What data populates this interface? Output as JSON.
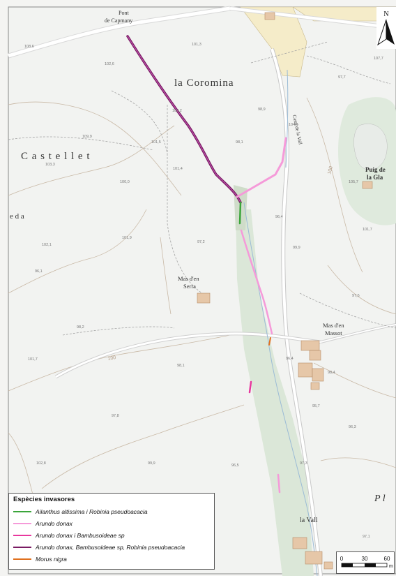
{
  "map": {
    "place_labels": [
      {
        "id": "pont",
        "text": "Pont"
      },
      {
        "id": "capmany",
        "text": "de Capmany"
      },
      {
        "id": "coromina",
        "text": "la Coromina"
      },
      {
        "id": "castellet",
        "text": "C a s t e l l e t"
      },
      {
        "id": "eda",
        "text": "e d a"
      },
      {
        "id": "puig1",
        "text": "Puig de"
      },
      {
        "id": "puig2",
        "text": "la Gla"
      },
      {
        "id": "masserra1",
        "text": "Mas d'en"
      },
      {
        "id": "masserra2",
        "text": "Serra"
      },
      {
        "id": "masmassot1",
        "text": "Mas d'en"
      },
      {
        "id": "masmassot2",
        "text": "Massot"
      },
      {
        "id": "lavall",
        "text": "la Vall"
      },
      {
        "id": "pl",
        "text": "P l"
      },
      {
        "id": "cami",
        "text": "Camí de la Vall"
      }
    ],
    "elevations": [
      {
        "id": "e1",
        "text": "108,6"
      },
      {
        "id": "e2",
        "text": "101,3"
      },
      {
        "id": "e3",
        "text": "102,6"
      },
      {
        "id": "e4",
        "text": "100,2"
      },
      {
        "id": "e5",
        "text": "98,9"
      },
      {
        "id": "e6",
        "text": "97,7"
      },
      {
        "id": "e7",
        "text": "107,7"
      },
      {
        "id": "e8",
        "text": "109,9"
      },
      {
        "id": "e9",
        "text": "103,3"
      },
      {
        "id": "e10",
        "text": "101,5"
      },
      {
        "id": "e11",
        "text": "101,4"
      },
      {
        "id": "e12",
        "text": "100,0"
      },
      {
        "id": "e13",
        "text": "98,1"
      },
      {
        "id": "e14",
        "text": "96,4"
      },
      {
        "id": "e15",
        "text": "101,9"
      },
      {
        "id": "e16",
        "text": "97,2"
      },
      {
        "id": "e17",
        "text": "104,1"
      },
      {
        "id": "e18",
        "text": "105,7"
      },
      {
        "id": "e19",
        "text": "101,7"
      },
      {
        "id": "e20",
        "text": "102,1"
      },
      {
        "id": "e21",
        "text": "99,9"
      },
      {
        "id": "e22",
        "text": "98,2"
      },
      {
        "id": "e23",
        "text": "96,1"
      },
      {
        "id": "e24",
        "text": "97,5"
      },
      {
        "id": "e25",
        "text": "96,4"
      },
      {
        "id": "e26",
        "text": "98,1"
      },
      {
        "id": "e27",
        "text": "101,7"
      },
      {
        "id": "e28",
        "text": "97,8"
      },
      {
        "id": "e29",
        "text": "96,3"
      },
      {
        "id": "e30",
        "text": "96,5"
      },
      {
        "id": "e31",
        "text": "97,3"
      },
      {
        "id": "e32",
        "text": "98,4"
      },
      {
        "id": "e33",
        "text": "95,7"
      },
      {
        "id": "e34",
        "text": "99,9"
      },
      {
        "id": "e35",
        "text": "102,8"
      },
      {
        "id": "e36",
        "text": "97,1"
      }
    ],
    "contour_labels": [
      {
        "id": "c1",
        "text": "100"
      },
      {
        "id": "c2",
        "text": "100"
      }
    ]
  },
  "legend": {
    "title": "Espècies invasores",
    "items": [
      {
        "label": "Ailanthus altissima i Robinia pseudoacacia",
        "color": "#3aa53a"
      },
      {
        "label": "Arundo donax",
        "color": "#f59ad9"
      },
      {
        "label": "Arundo donax i Bambusoideae sp",
        "color": "#e8389e"
      },
      {
        "label": "Arundo donax, Bambusoideae sp, Robinia pseudoacacia",
        "color": "#7a1b63"
      },
      {
        "label": "Morus nigra",
        "color": "#e0701e"
      }
    ]
  },
  "scalebar": {
    "labels": [
      "0",
      "30",
      "60"
    ],
    "unit": "m"
  },
  "north_arrow": {
    "letter": "N",
    "icon": "north-arrow-icon"
  }
}
